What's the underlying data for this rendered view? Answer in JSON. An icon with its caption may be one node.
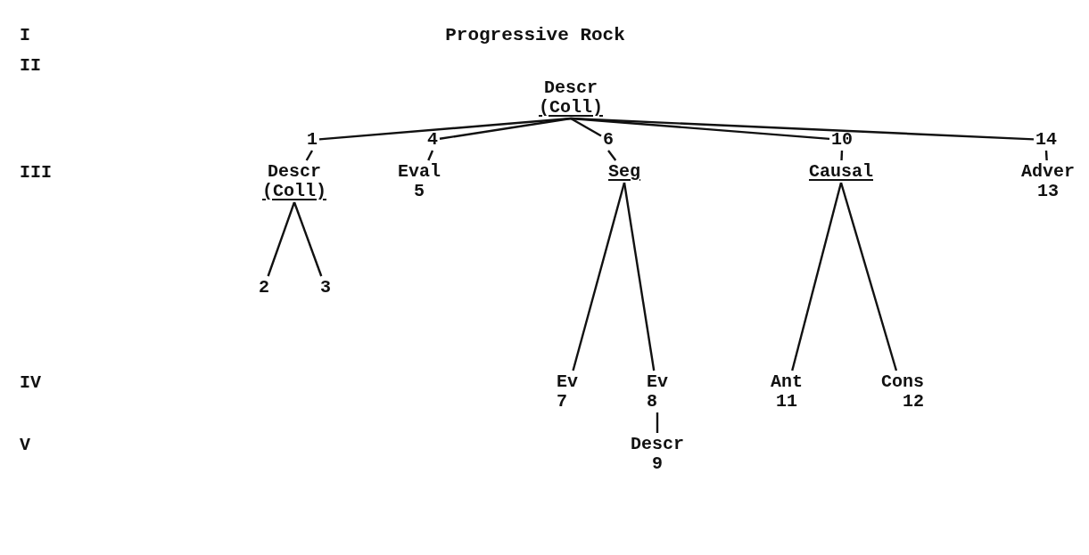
{
  "diagram": {
    "title": "Progressive Rock",
    "nodes": [
      {
        "text": [
          "Descr",
          "(Coll)"
        ]
      },
      {
        "text": [
          "1"
        ]
      },
      {
        "text": [
          "4"
        ]
      },
      {
        "text": [
          "6"
        ]
      },
      {
        "text": [
          "10"
        ]
      },
      {
        "text": [
          "14"
        ]
      },
      {
        "text": [
          "Descr",
          "(Coll)"
        ]
      },
      {
        "text": [
          "2"
        ]
      },
      {
        "text": [
          "3"
        ]
      },
      {
        "text": [
          "Eval",
          "5"
        ]
      },
      {
        "text": [
          "Seg"
        ]
      },
      {
        "text": [
          "Causal"
        ]
      },
      {
        "text": [
          "Adver",
          "13"
        ]
      },
      {
        "text": [
          "Ev",
          "7"
        ]
      },
      {
        "text": [
          "Ev",
          "8"
        ]
      },
      {
        "text": [
          "Ant",
          "11"
        ]
      },
      {
        "text": [
          "Cons",
          "12"
        ]
      },
      {
        "text": [
          "Descr",
          "9"
        ]
      }
    ],
    "edges": [
      {
        "from": 0,
        "to": 1,
        "arrow": "none"
      },
      {
        "from": 0,
        "to": 2,
        "arrow": "none"
      },
      {
        "from": 0,
        "to": 3,
        "arrow": "none"
      },
      {
        "from": 0,
        "to": 4,
        "arrow": "none"
      },
      {
        "from": 0,
        "to": 5,
        "arrow": "none"
      },
      {
        "from": 1,
        "to": 6,
        "arrow": "none"
      },
      {
        "from": 6,
        "to": 7,
        "arrow": "none"
      },
      {
        "from": 6,
        "to": 8,
        "arrow": "none"
      },
      {
        "from": 2,
        "to": 9,
        "arrow": "none"
      },
      {
        "from": 3,
        "to": 10,
        "arrow": "none"
      },
      {
        "from": 4,
        "to": 11,
        "arrow": "none"
      },
      {
        "from": 5,
        "to": 12,
        "arrow": "none"
      },
      {
        "from": 10,
        "to": 13,
        "arrow": "none"
      },
      {
        "from": 10,
        "to": 14,
        "arrow": "none"
      },
      {
        "from": 11,
        "to": 15,
        "arrow": "none"
      },
      {
        "from": 11,
        "to": 16,
        "arrow": "none"
      },
      {
        "from": 14,
        "to": 17,
        "arrow": "none"
      }
    ],
    "labels": [
      "I",
      "II",
      "III",
      "IV",
      "V"
    ]
  }
}
